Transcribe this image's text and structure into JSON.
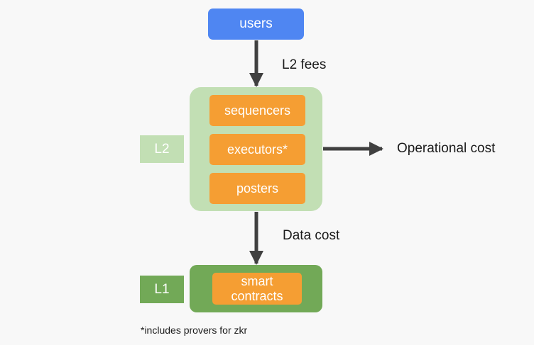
{
  "users": "users",
  "edge_labels": {
    "fees": "L2 fees",
    "data_cost": "Data cost",
    "operational_cost": "Operational cost"
  },
  "l2": {
    "label": "L2",
    "components": [
      "sequencers",
      "executors*",
      "posters"
    ]
  },
  "l1": {
    "label": "L1",
    "component": "smart\ncontracts"
  },
  "footnote": "*includes provers for zkr",
  "colors": {
    "users": "#4f86f2",
    "l2": "#c2dfb4",
    "l1": "#72a957",
    "component": "#f59e33",
    "arrow": "#404040"
  }
}
